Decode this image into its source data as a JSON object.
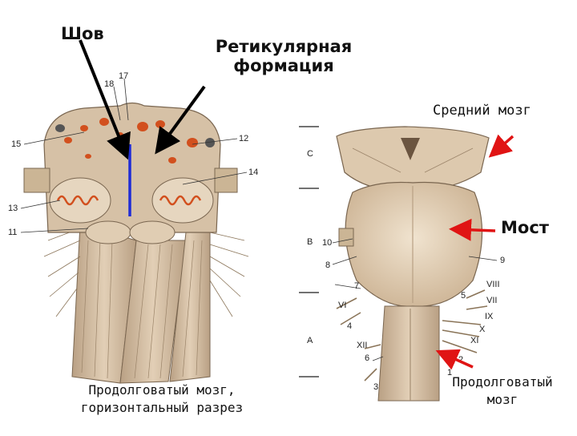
{
  "labels": {
    "shov": "Шов",
    "reticular_line1": "Ретикулярная",
    "reticular_line2": "формация",
    "midbrain": "Средний мозг",
    "pons": "Мост",
    "medulla_section_line1": "Продолговатый мозг,",
    "medulla_section_line2": "горизонтальный разрез",
    "medulla_line1": "Продолговатый",
    "medulla_line2": "мозг"
  },
  "left_numbers": [
    "17",
    "18",
    "15",
    "12",
    "14",
    "13",
    "11"
  ],
  "right_numbers": [
    "10",
    "8",
    "9",
    "7",
    "6",
    "5",
    "4",
    "3",
    "2",
    "1"
  ],
  "right_roman": [
    "VIII",
    "VII",
    "IX",
    "X",
    "XI",
    "XII",
    "VI"
  ],
  "scale_letters": [
    "C",
    "B",
    "A"
  ],
  "colors": {
    "tissue": "#d8c3a8",
    "tissue_dark": "#b89f82",
    "nuclei": "#d2501e",
    "raphe_line": "#1f2bd6",
    "pointer_red": "#e01414",
    "pointer_black": "#000000"
  }
}
